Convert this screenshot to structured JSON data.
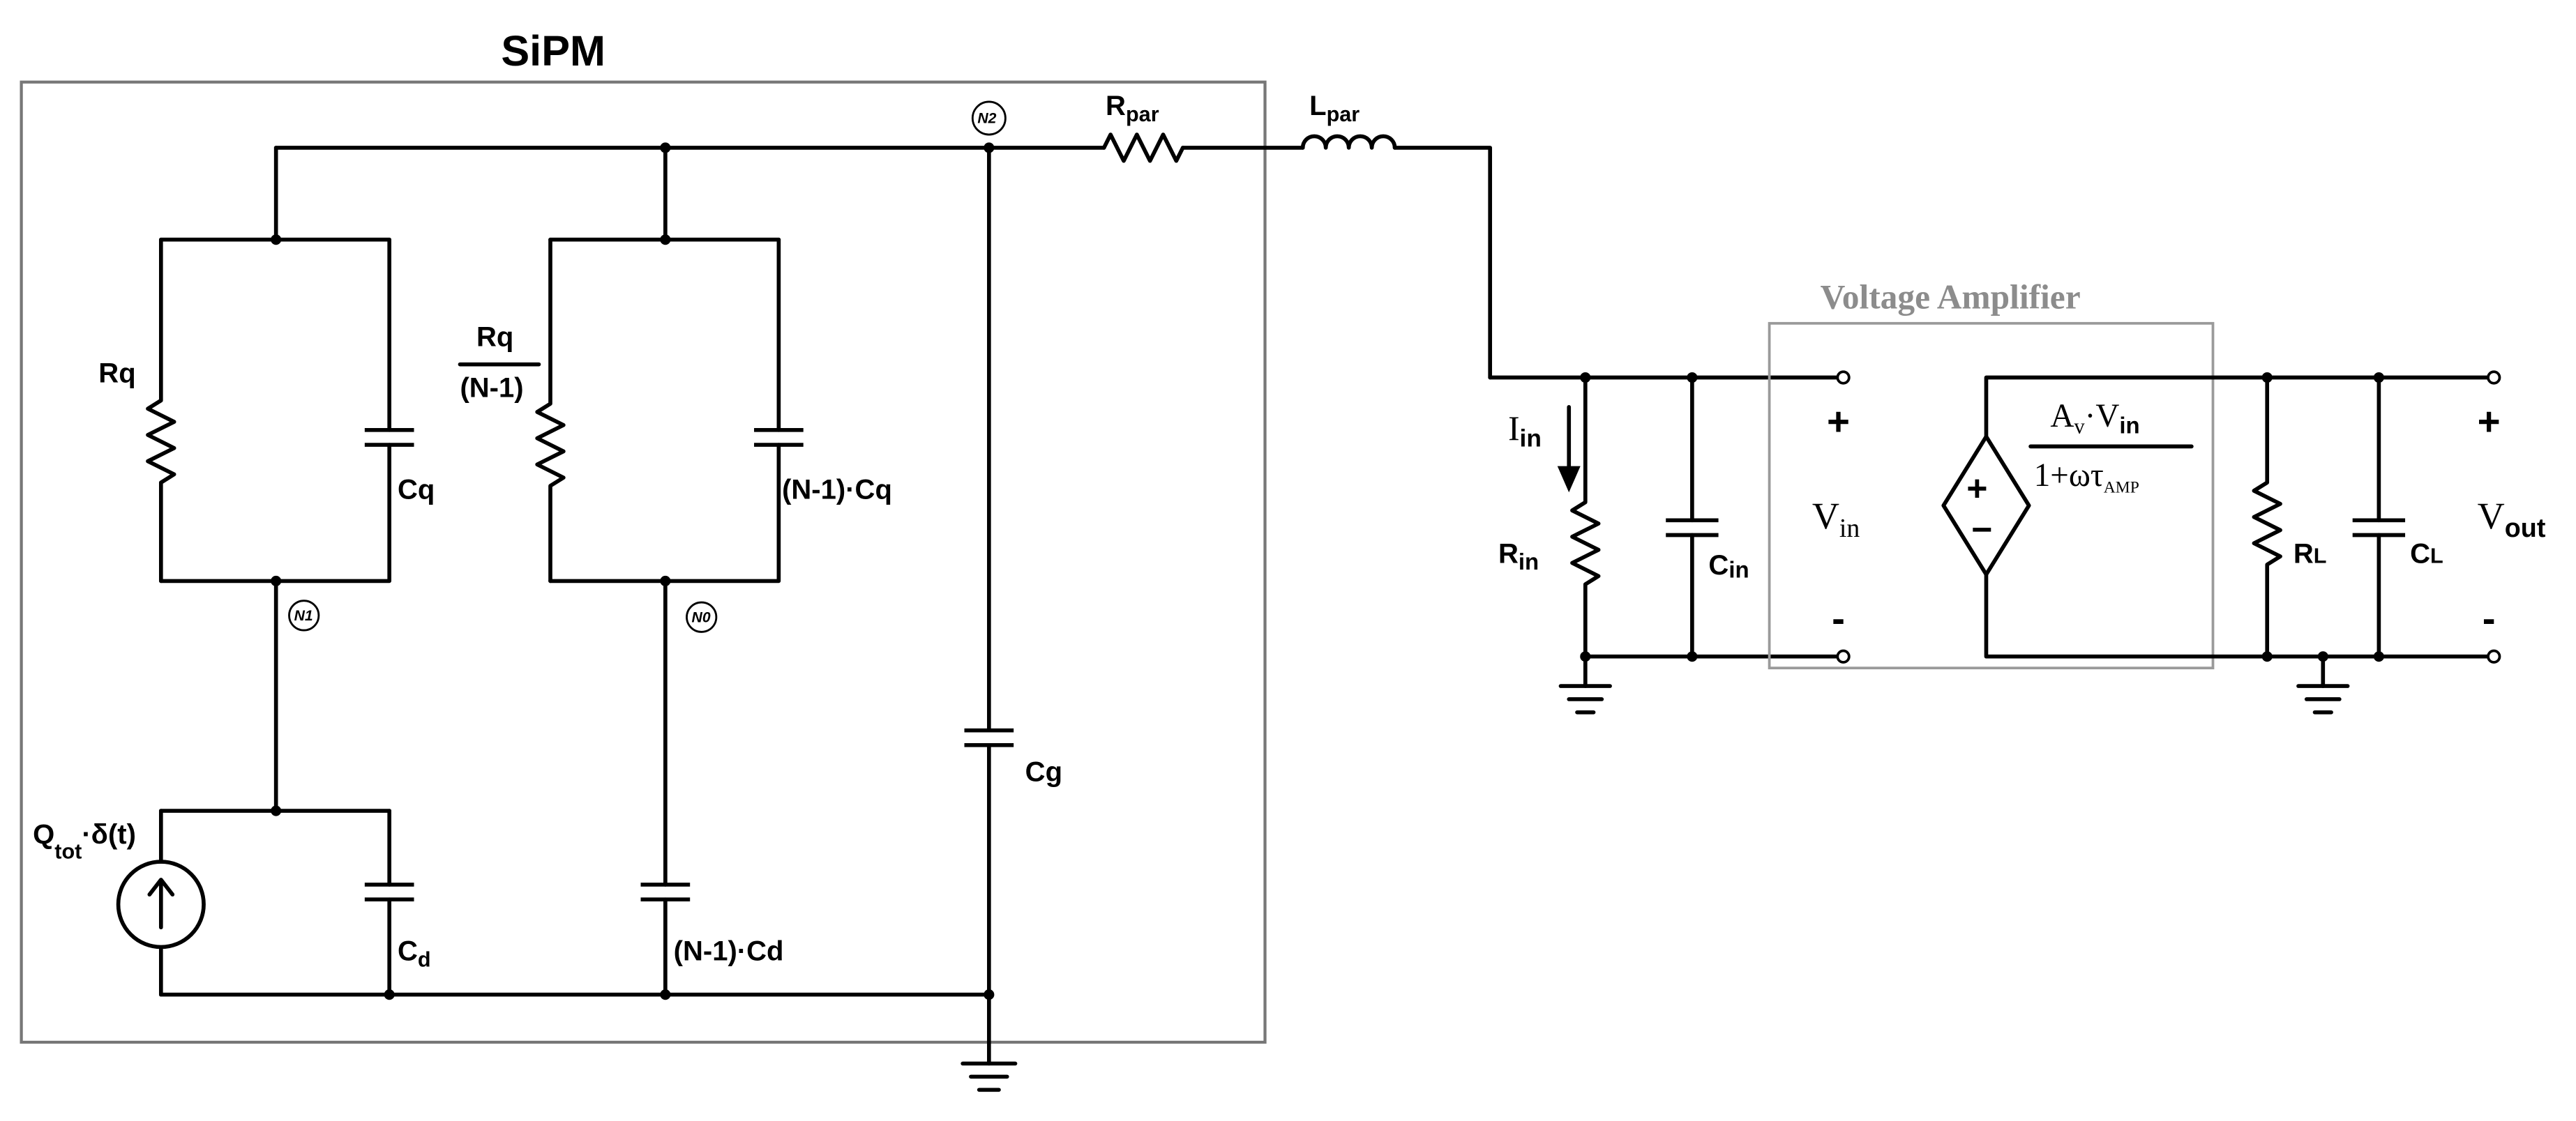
{
  "sipm": {
    "title": "SiPM",
    "nodes": {
      "n0": "N0",
      "n1": "N1",
      "n2": "N2"
    },
    "labels": {
      "rq": "Rq",
      "rq_frac_num": "Rq",
      "rq_frac_den": "(N-1)",
      "cq": "Cq",
      "n1_cq": "(N-1)·Cq",
      "cd": "Cd",
      "n1_cd": "(N-1)·Cd",
      "cg": "Cg",
      "q_main": "Q",
      "q_sub": "tot",
      "delta": "·δ(t)"
    }
  },
  "parasitics": {
    "rpar_main": "R",
    "rpar_sub": "par",
    "lpar_main": "L",
    "lpar_sub": "par"
  },
  "input": {
    "iin_main": "I",
    "iin_sub": "in",
    "rin_main": "R",
    "rin_sub": "in",
    "cin_main": "C",
    "cin_sub": "in"
  },
  "amplifier": {
    "title": "Voltage Amplifier",
    "vin_main": "V",
    "vin_sub": "in",
    "plus": "+",
    "minus": "-",
    "gain_a": "A",
    "gain_v_sub": "v",
    "gain_dot_v": "·V",
    "gain_in_sub": "in",
    "den_main": "1+ωτ",
    "den_sub": "AMP",
    "src_plus": "+",
    "src_minus": "−"
  },
  "output": {
    "rl_main": "R",
    "rl_sub": "L",
    "cl_main": "C",
    "cl_sub": "L",
    "vout_main": "V",
    "vout_sub": "out",
    "plus": "+",
    "minus": "-"
  }
}
